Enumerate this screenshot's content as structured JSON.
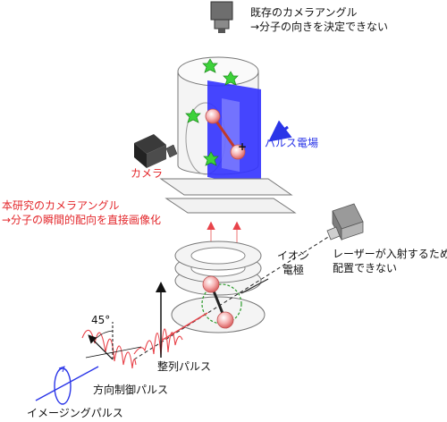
{
  "labels": {
    "existing_angle_line1": "既存のカメラアングル",
    "existing_angle_line2": "→分子の向きを決定できない",
    "this_study_line1": "本研究のカメラアングル",
    "this_study_line2": "→分子の瞬間的配向を直接画像化",
    "camera": "カメラ",
    "pulsed_field": "パルス電場",
    "ion_electrode_line1": "イオン",
    "ion_electrode_line2": "電極",
    "laser_line1": "レーザーが入射するため",
    "laser_line2": "配置できない",
    "angle": "45°",
    "alignment_pulse": "整列パルス",
    "orientation_pulse": "方向制御パルス",
    "imaging_pulse": "イメージングパルス",
    "plus_sign": "+"
  },
  "colors": {
    "red_text": "#e3262a",
    "blue_text": "#2a35e8",
    "blue_panel": "#3232ff",
    "pulse_red": "#e8434a",
    "fragment_green": "#3dd23a",
    "molecule_pink": "#f6b0b0",
    "camera_gray": "#6e6e6e"
  },
  "icons": [
    "camera-icon",
    "laser-blocked-camera-icon",
    "existing-camera-icon"
  ]
}
